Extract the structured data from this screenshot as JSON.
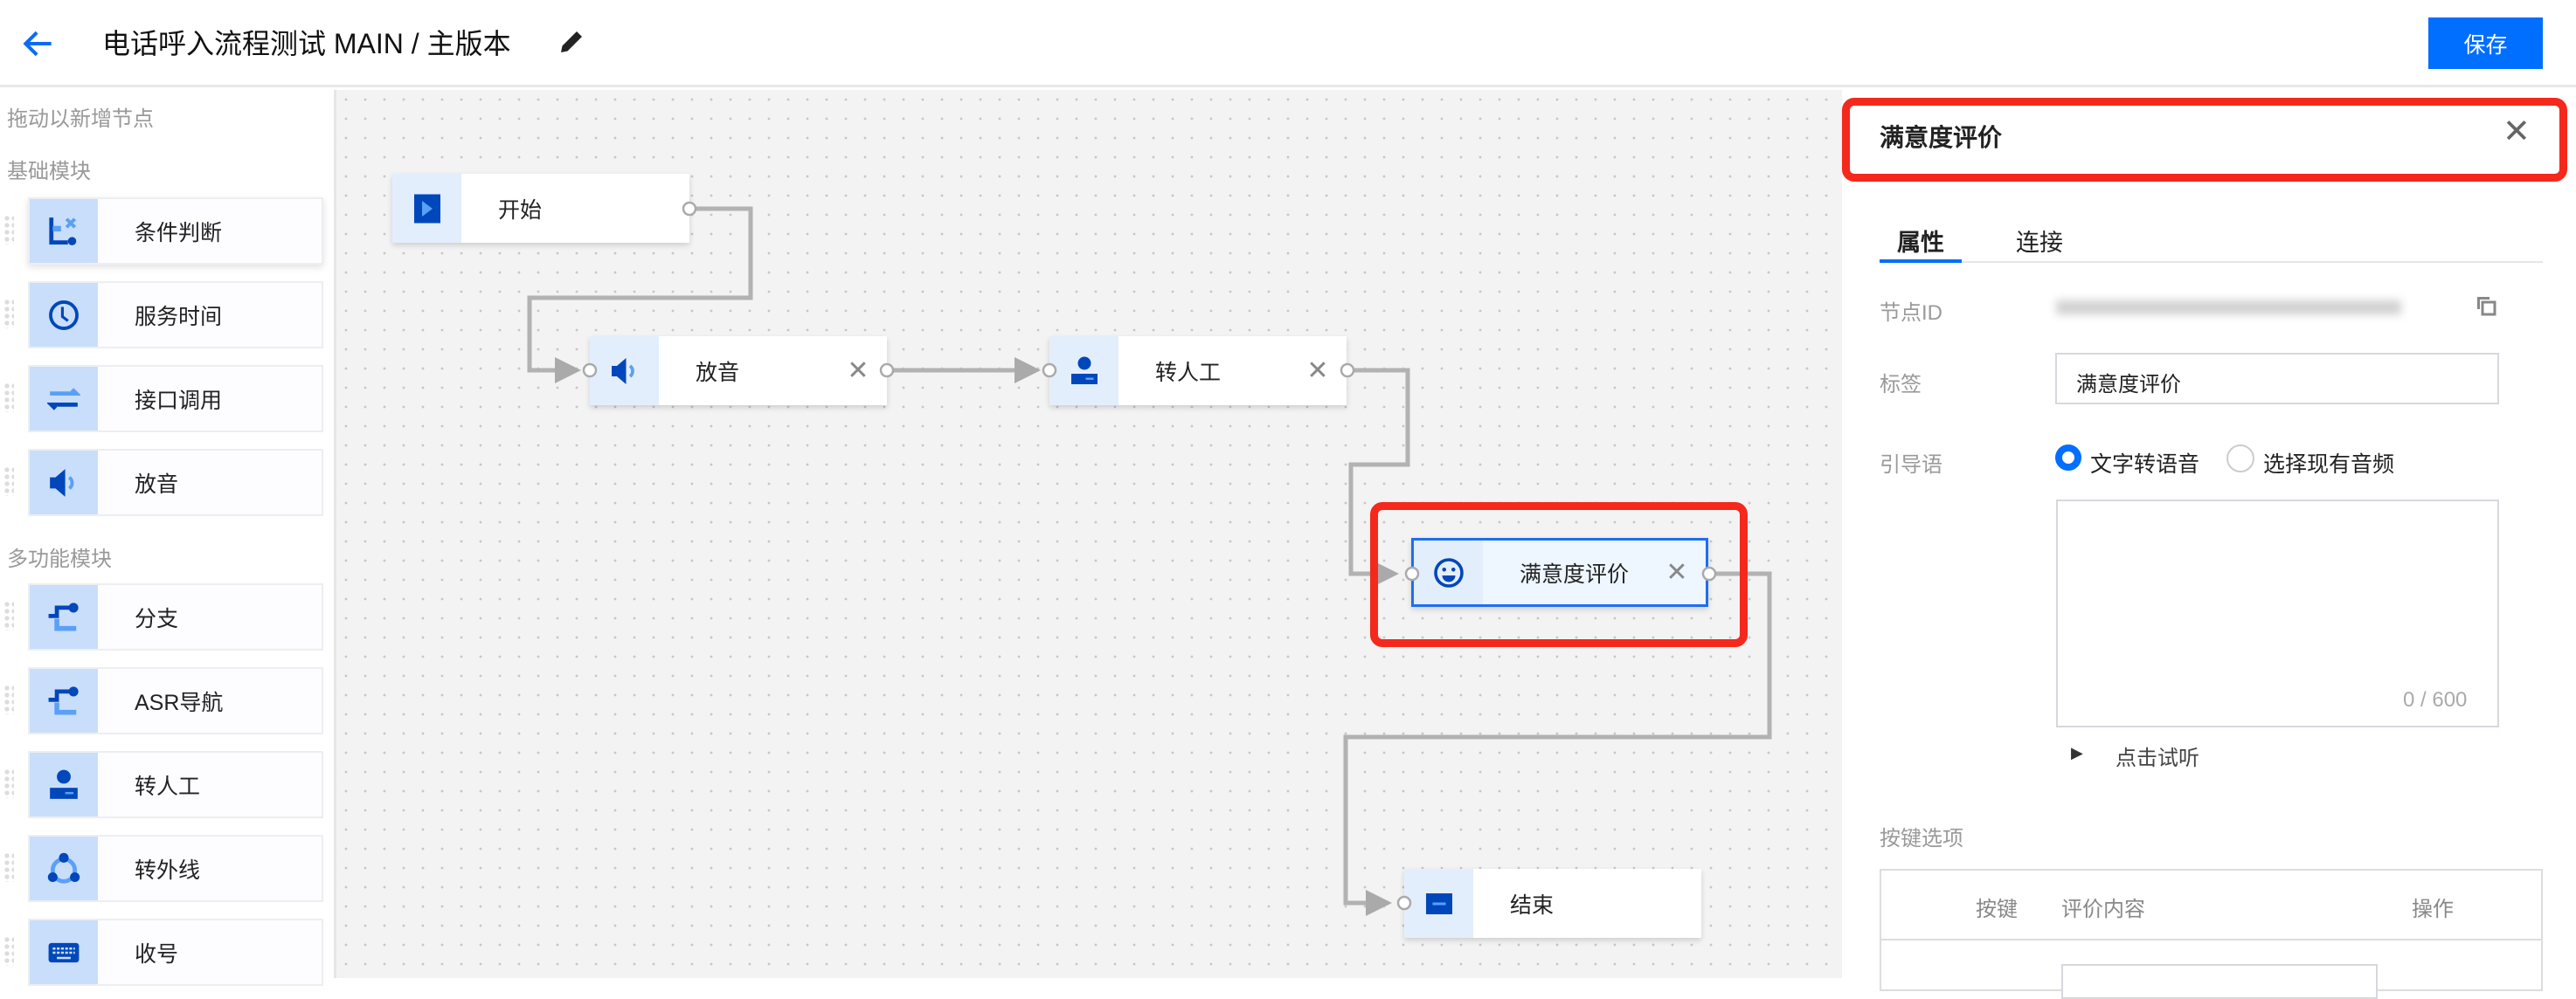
{
  "header": {
    "title": "电话呼入流程测试 MAIN / 主版本",
    "save_label": "保存"
  },
  "sidebar": {
    "hint": "拖动以新增节点",
    "basic_title": "基础模块",
    "basic_items": [
      {
        "label": "条件判断",
        "icon": "condition-icon"
      },
      {
        "label": "服务时间",
        "icon": "clock-icon"
      },
      {
        "label": "接口调用",
        "icon": "swap-icon"
      },
      {
        "label": "放音",
        "icon": "speaker-icon"
      }
    ],
    "multi_title": "多功能模块",
    "multi_items": [
      {
        "label": "分支",
        "icon": "branch-icon"
      },
      {
        "label": "ASR导航",
        "icon": "branch-icon"
      },
      {
        "label": "转人工",
        "icon": "agent-icon"
      },
      {
        "label": "转外线",
        "icon": "share-icon"
      },
      {
        "label": "收号",
        "icon": "keyboard-icon"
      }
    ]
  },
  "canvas": {
    "nodes": [
      {
        "label": "开始"
      },
      {
        "label": "放音"
      },
      {
        "label": "转人工"
      },
      {
        "label": "满意度评价"
      },
      {
        "label": "结束"
      }
    ]
  },
  "panel": {
    "title": "满意度评价",
    "tabs": [
      "属性",
      "连接"
    ],
    "node_id_label": "节点ID",
    "tag_label": "标签",
    "tag_value": "满意度评价",
    "prompt_label": "引导语",
    "radio_tts": "文字转语音",
    "radio_audio": "选择现有音频",
    "counter": "0 / 600",
    "listen": "点击试听",
    "keys_label": "按键选项",
    "table_headers": [
      "按键",
      "评价内容",
      "操作"
    ]
  },
  "colors": {
    "accent": "#006eff",
    "highlight": "#f5281c"
  }
}
